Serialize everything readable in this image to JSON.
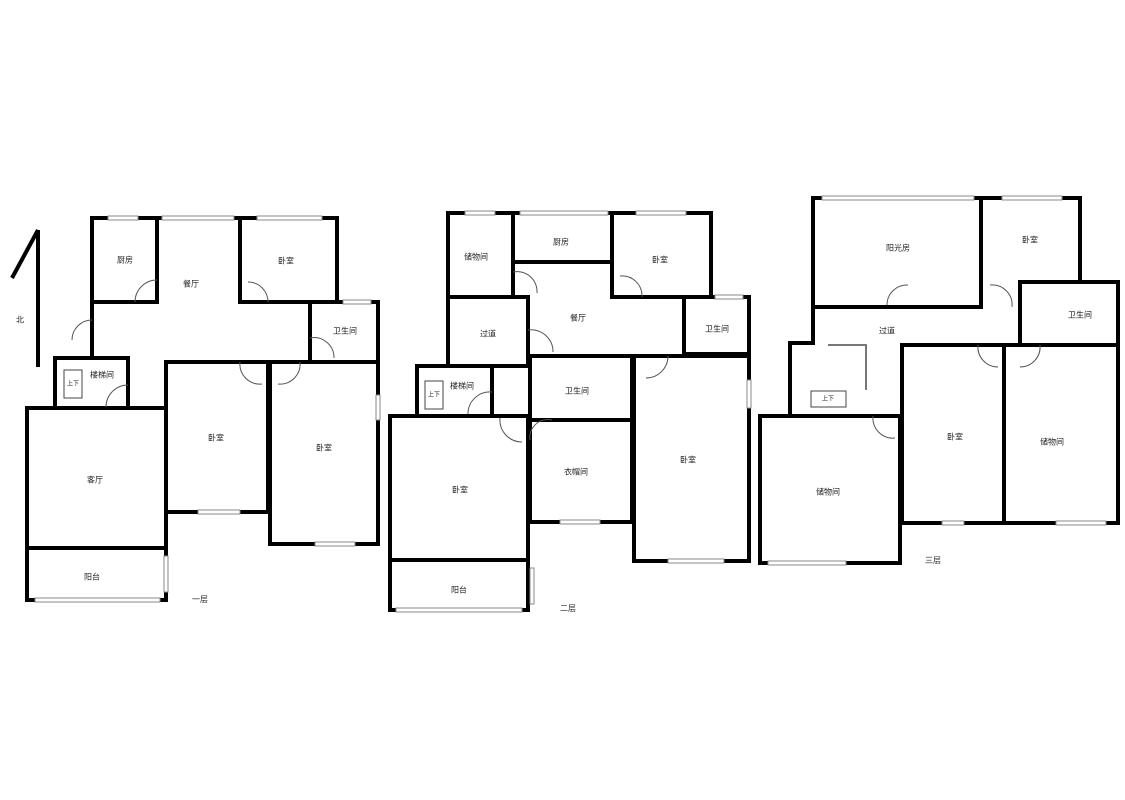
{
  "compass": {
    "north_label": "北"
  },
  "floors": [
    {
      "name": "一层",
      "rooms": [
        "厨房",
        "餐厅",
        "卧室",
        "卫生间",
        "楼梯间",
        "客厅",
        "卧室",
        "卧室",
        "阳台"
      ],
      "stair_label": "上下"
    },
    {
      "name": "二层",
      "rooms": [
        "储物间",
        "厨房",
        "卧室",
        "餐厅",
        "过道",
        "卫生间",
        "楼梯间",
        "卫生间",
        "卧室",
        "衣帽间",
        "卧室",
        "阳台"
      ],
      "stair_label": "上下"
    },
    {
      "name": "三层",
      "rooms": [
        "阳光房",
        "卧室",
        "过道",
        "卫生间",
        "卧室",
        "储物间",
        "储物间"
      ],
      "stair_label": "上下"
    }
  ],
  "colors": {
    "wall": "#000000",
    "window": "#888888"
  }
}
